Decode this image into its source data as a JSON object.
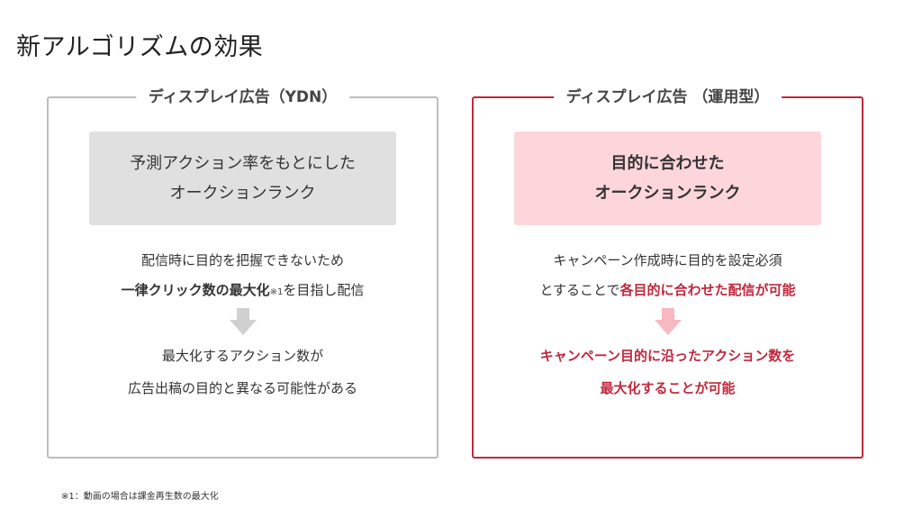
{
  "page": {
    "title": "新アルゴリズムの効果"
  },
  "left_panel": {
    "heading": "ディスプレイ広告（YDN）",
    "box_line1": "予測アクション率をもとにした",
    "box_line2": "オークションランク",
    "desc_line1": "配信時に目的を把握できないため",
    "desc_line2_bold": "一律クリック数の最大化",
    "desc_line2_note": "※1",
    "desc_line2_rest": "を目指し配信",
    "result_line1": "最大化するアクション数が",
    "result_line2": "広告出稿の目的と異なる可能性がある",
    "arrow_icon": "down-arrow-icon",
    "border_color": "#bdbdbd",
    "arrow_color": "#d0d0d0"
  },
  "right_panel": {
    "heading": "ディスプレイ広告 （運用型）",
    "box_line1": "目的に合わせた",
    "box_line2": "オークションランク",
    "desc_line1": "キャンペーン作成時に目的を設定必須",
    "desc_line2_prefix": "とすることで",
    "desc_line2_red": "各目的に合わせた配信が可能",
    "result_line1": "キャンペーン目的に沿ったアクション数を",
    "result_line2": "最大化することが可能",
    "arrow_icon": "down-arrow-icon",
    "border_color": "#c0283c",
    "arrow_color": "#f7b8c2",
    "accent_color": "#c0283c"
  },
  "footnote": "※1：動画の場合は課金再生数の最大化"
}
